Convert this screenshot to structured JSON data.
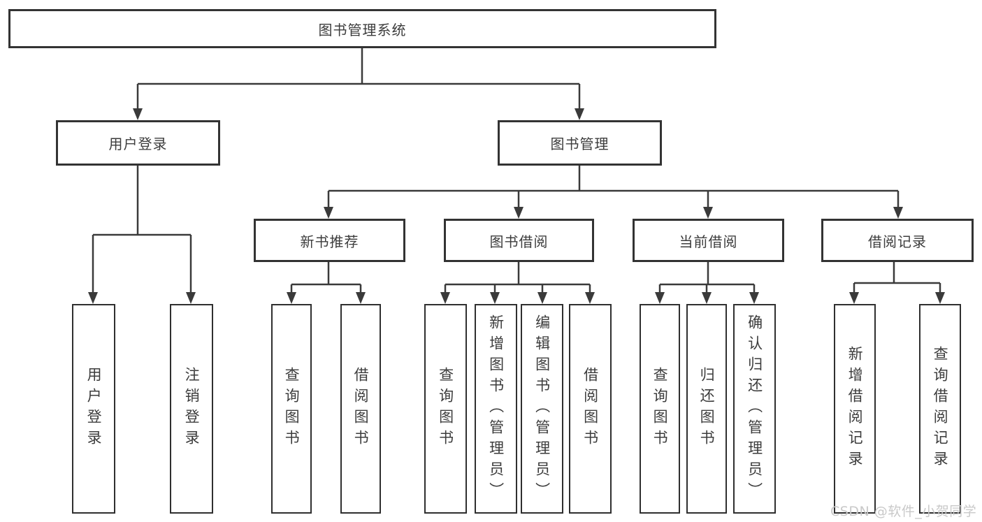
{
  "diagram": {
    "root": {
      "label": "图书管理系统"
    },
    "level2": [
      {
        "label": "用户登录"
      },
      {
        "label": "图书管理"
      }
    ],
    "level3": [
      {
        "label": "新书推荐",
        "parent": "图书管理"
      },
      {
        "label": "图书借阅",
        "parent": "图书管理"
      },
      {
        "label": "当前借阅",
        "parent": "图书管理"
      },
      {
        "label": "借阅记录",
        "parent": "图书管理"
      }
    ],
    "leaves": [
      {
        "label": "用户登录",
        "parent": "用户登录"
      },
      {
        "label": "注销登录",
        "parent": "用户登录"
      },
      {
        "label": "查询图书",
        "parent": "新书推荐"
      },
      {
        "label": "借阅图书",
        "parent": "新书推荐"
      },
      {
        "label": "查询图书",
        "parent": "图书借阅"
      },
      {
        "label": "新增图书（管理员）",
        "parent": "图书借阅"
      },
      {
        "label": "编辑图书（管理员）",
        "parent": "图书借阅"
      },
      {
        "label": "借阅图书",
        "parent": "图书借阅"
      },
      {
        "label": "查询图书",
        "parent": "当前借阅"
      },
      {
        "label": "归还图书",
        "parent": "当前借阅"
      },
      {
        "label": "确认归还（管理员）",
        "parent": "当前借阅"
      },
      {
        "label": "新增借阅记录",
        "parent": "借阅记录"
      },
      {
        "label": "查询借阅记录",
        "parent": "借阅记录"
      }
    ]
  },
  "watermark": {
    "text": "CSDN @软件_小贺同学"
  },
  "colors": {
    "line": "#3a3a3a",
    "box_border": "#333333",
    "text": "#3c3c3c",
    "background": "#ffffff",
    "watermark": "#c9c9c9"
  }
}
